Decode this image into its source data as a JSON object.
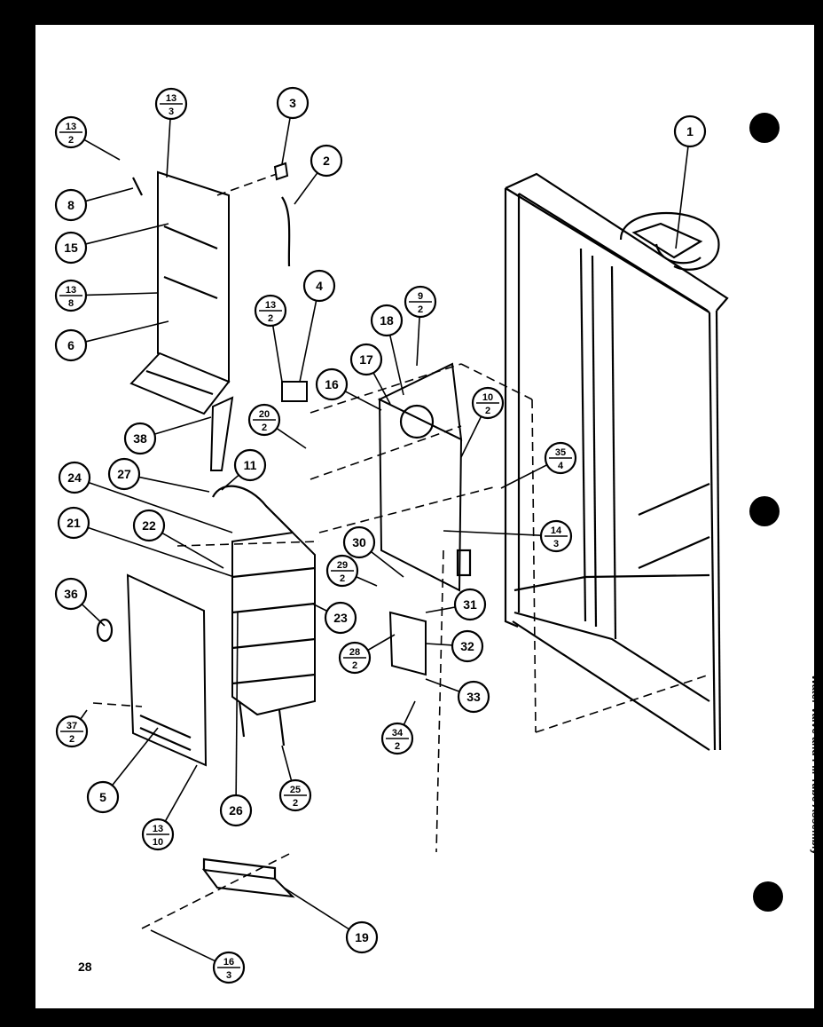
{
  "diagram": {
    "page_number": "28",
    "side_note": "Water Valve and Fill Tube Assembly",
    "callouts": [
      {
        "label": "1"
      },
      {
        "label": "2"
      },
      {
        "label": "3"
      },
      {
        "label": "4"
      },
      {
        "label": "5"
      },
      {
        "label": "6"
      },
      {
        "label": "8"
      },
      {
        "label": "11"
      },
      {
        "label": "15"
      },
      {
        "label": "16"
      },
      {
        "label": "17"
      },
      {
        "label": "18"
      },
      {
        "label": "19"
      },
      {
        "label": "21"
      },
      {
        "label": "22"
      },
      {
        "label": "23"
      },
      {
        "label": "24"
      },
      {
        "label": "26"
      },
      {
        "label": "27"
      },
      {
        "label": "30"
      },
      {
        "label": "31"
      },
      {
        "label": "32"
      },
      {
        "label": "33"
      },
      {
        "label": "36"
      },
      {
        "label": "38"
      },
      {
        "num": "13",
        "den": "2"
      },
      {
        "num": "13",
        "den": "3"
      },
      {
        "num": "13",
        "den": "8"
      },
      {
        "num": "13",
        "den": "2"
      },
      {
        "num": "9",
        "den": "2"
      },
      {
        "num": "20",
        "den": "2"
      },
      {
        "num": "10",
        "den": "2"
      },
      {
        "num": "35",
        "den": "4"
      },
      {
        "num": "14",
        "den": "3"
      },
      {
        "num": "29",
        "den": "2"
      },
      {
        "num": "28",
        "den": "2"
      },
      {
        "num": "34",
        "den": "2"
      },
      {
        "num": "37",
        "den": "2"
      },
      {
        "num": "25",
        "den": "2"
      },
      {
        "num": "13",
        "den": "10"
      },
      {
        "num": "16",
        "den": "3"
      }
    ]
  }
}
